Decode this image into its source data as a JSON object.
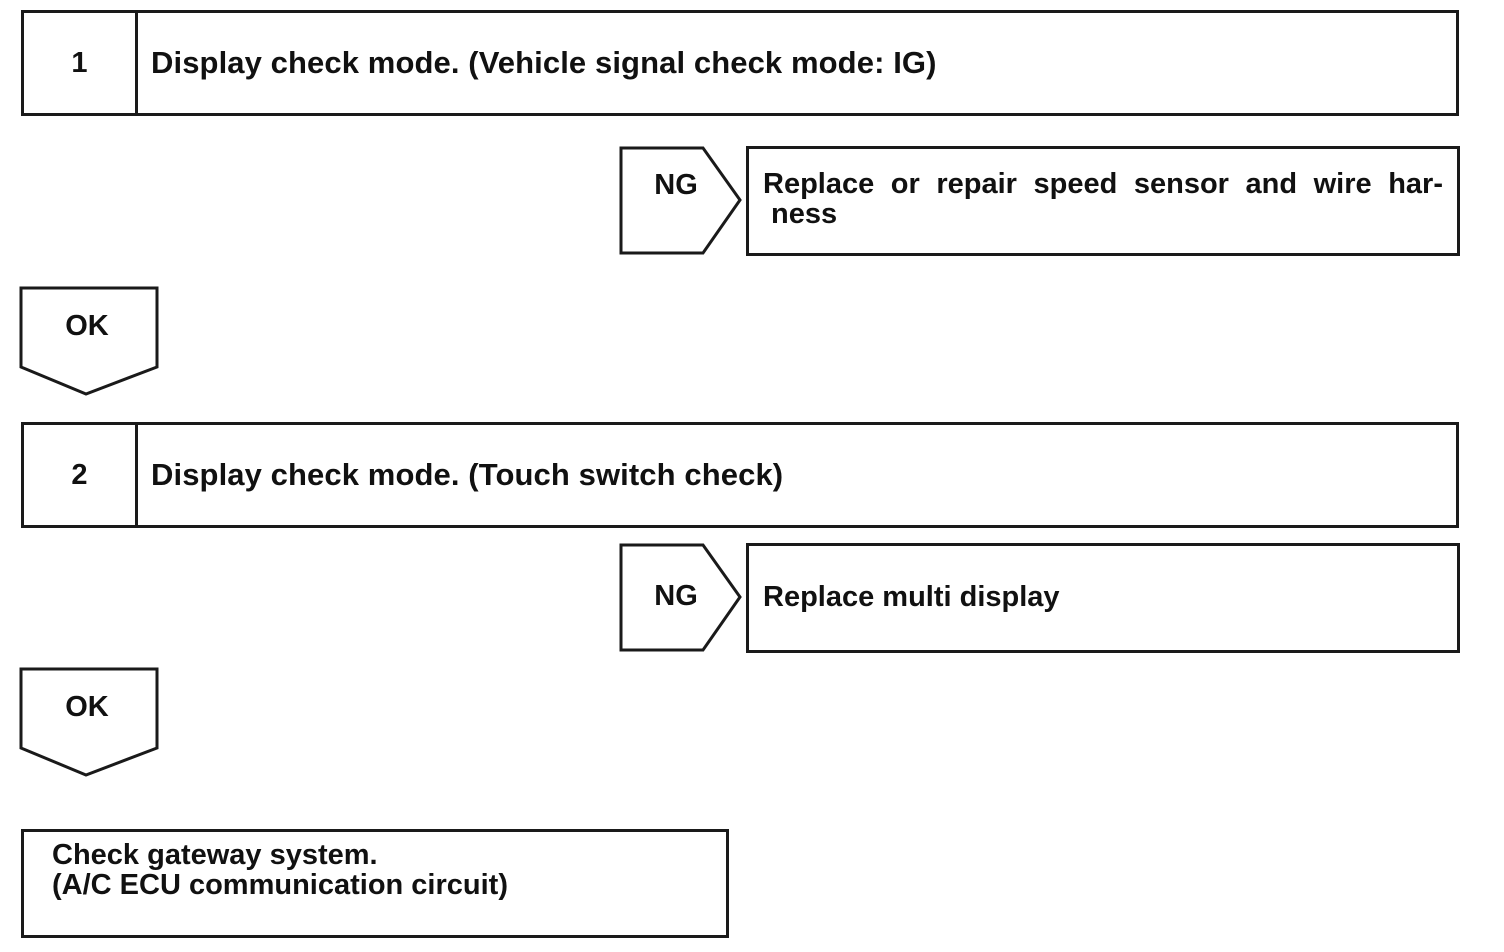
{
  "steps": [
    {
      "number": "1",
      "text": "Display check mode. (Vehicle signal check mode: IG)"
    },
    {
      "number": "2",
      "text": "Display check mode. (Touch switch check)"
    }
  ],
  "ng_branches": [
    {
      "label": "NG",
      "result": "Replace or repair speed sensor and wire har- ness"
    },
    {
      "label": "NG",
      "result": "Replace multi display"
    }
  ],
  "ok_arrows": [
    {
      "label": "OK"
    },
    {
      "label": "OK"
    }
  ],
  "final": {
    "line1": "Check gateway system.",
    "line2": "(A/C ECU communication circuit)"
  }
}
